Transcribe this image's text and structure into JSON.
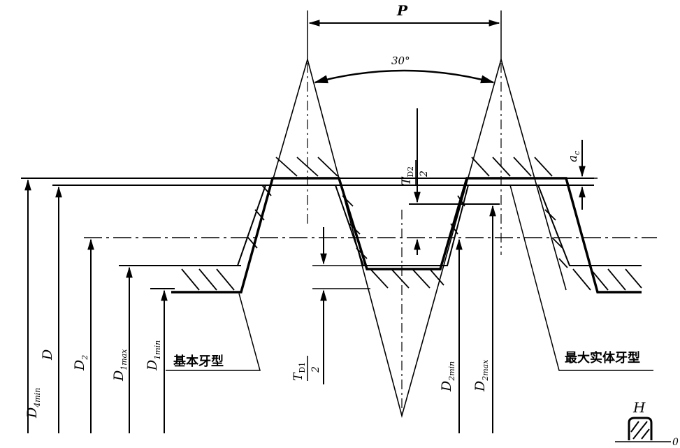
{
  "diagram": {
    "pitch_label": "P",
    "angle_label": "30°",
    "labels": {
      "d4min_main": "D",
      "d4min_sub": "4min",
      "d_main": "D",
      "d2_main": "D",
      "d2_sub": "2",
      "d1max_main": "D",
      "d1max_sub": "1max",
      "d1min_main": "D",
      "d1min_sub": "1min",
      "d2min_main": "D",
      "d2min_sub": "2min",
      "d2max_main": "D",
      "d2max_sub": "2max",
      "ac_main": "a",
      "ac_sub": "c",
      "td2_num_main": "T",
      "td2_num_sub": "D2",
      "td2_den": "2",
      "td1_num_main": "T",
      "td1_num_sub": "D1",
      "td1_den": "2",
      "h_label": "H",
      "zero_label": "0"
    },
    "callouts": {
      "basic_profile": "基本牙型",
      "max_material_profile": "最大实体牙型"
    }
  }
}
